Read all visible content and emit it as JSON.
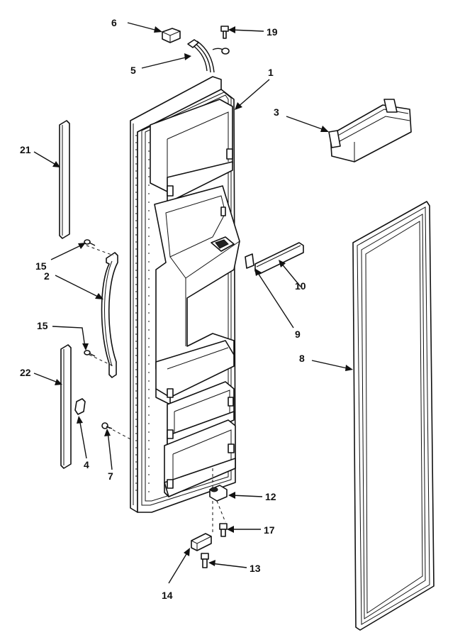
{
  "callouts": [
    {
      "id": "6",
      "text": "6"
    },
    {
      "id": "19",
      "text": "19"
    },
    {
      "id": "5",
      "text": "5"
    },
    {
      "id": "1",
      "text": "1"
    },
    {
      "id": "3",
      "text": "3"
    },
    {
      "id": "21",
      "text": "21"
    },
    {
      "id": "15a",
      "text": "15"
    },
    {
      "id": "2",
      "text": "2"
    },
    {
      "id": "15b",
      "text": "15"
    },
    {
      "id": "22",
      "text": "22"
    },
    {
      "id": "4",
      "text": "4"
    },
    {
      "id": "7",
      "text": "7"
    },
    {
      "id": "10",
      "text": "10"
    },
    {
      "id": "9",
      "text": "9"
    },
    {
      "id": "8",
      "text": "8"
    },
    {
      "id": "12",
      "text": "12"
    },
    {
      "id": "17",
      "text": "17"
    },
    {
      "id": "13",
      "text": "13"
    },
    {
      "id": "14",
      "text": "14"
    }
  ]
}
